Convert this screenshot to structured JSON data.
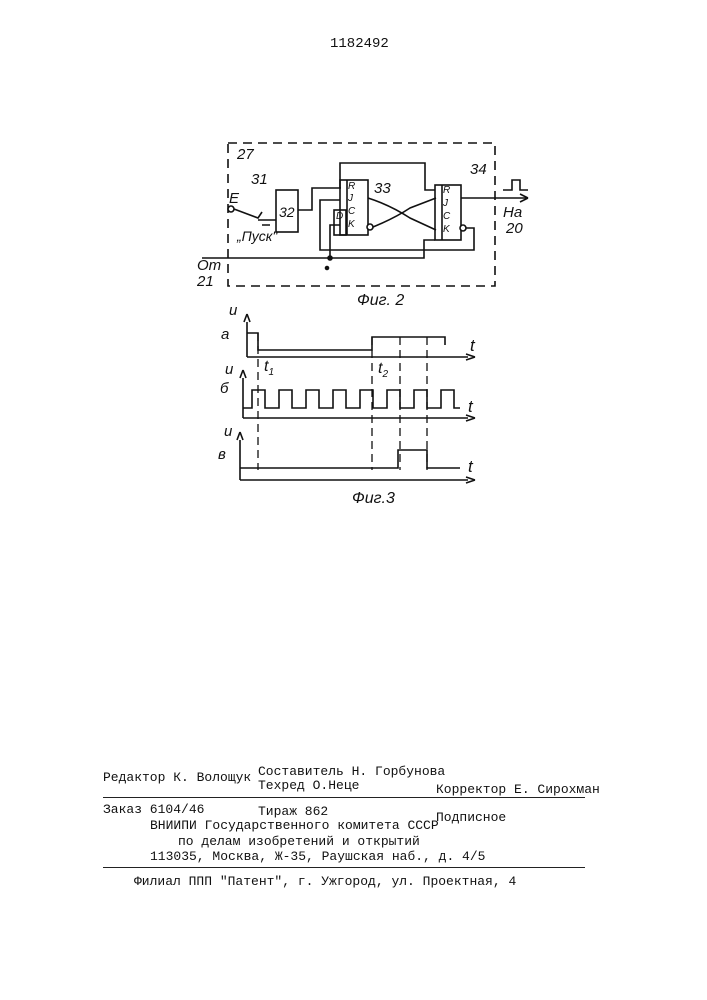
{
  "header": {
    "patent_number": "1182492"
  },
  "fig2": {
    "caption": "Фиг. 2",
    "labels": {
      "block_box": "27",
      "switch": "31",
      "e_label": "E",
      "start_label": "„Пуск\"",
      "block_32": "32",
      "trigger_33": "33",
      "trigger_34": "34",
      "input_from": "От",
      "input_num": "21",
      "output_to": "На",
      "output_num": "20",
      "pins_33": [
        "R",
        "J",
        "C",
        "K",
        "D"
      ],
      "pins_34": [
        "R",
        "J",
        "C",
        "K"
      ]
    }
  },
  "fig3": {
    "caption": "Фиг.3",
    "row_labels": [
      "а",
      "б",
      "в"
    ],
    "axis_u": "u",
    "axis_t": "t",
    "t1": "t",
    "t1_sub": "1",
    "t2": "t",
    "t2_sub": "2"
  },
  "imprint": {
    "compiler": "Составитель Н. Горбунова",
    "editor": "Редактор К. Волощук",
    "techred": "Техред О.Неце",
    "corrector": "Корректор Е. Сирохман",
    "order": "Заказ 6104/46",
    "circulation": "Тираж 862",
    "subscription": "Подписное",
    "org1": "ВНИИПИ Государственного комитета СССР",
    "org2": "по делам изобретений и открытий",
    "address": "113035, Москва, Ж-35, Раушская наб., д. 4/5",
    "branch": "Филиал ППП \"Патент\", г. Ужгород, ул. Проектная, 4"
  }
}
